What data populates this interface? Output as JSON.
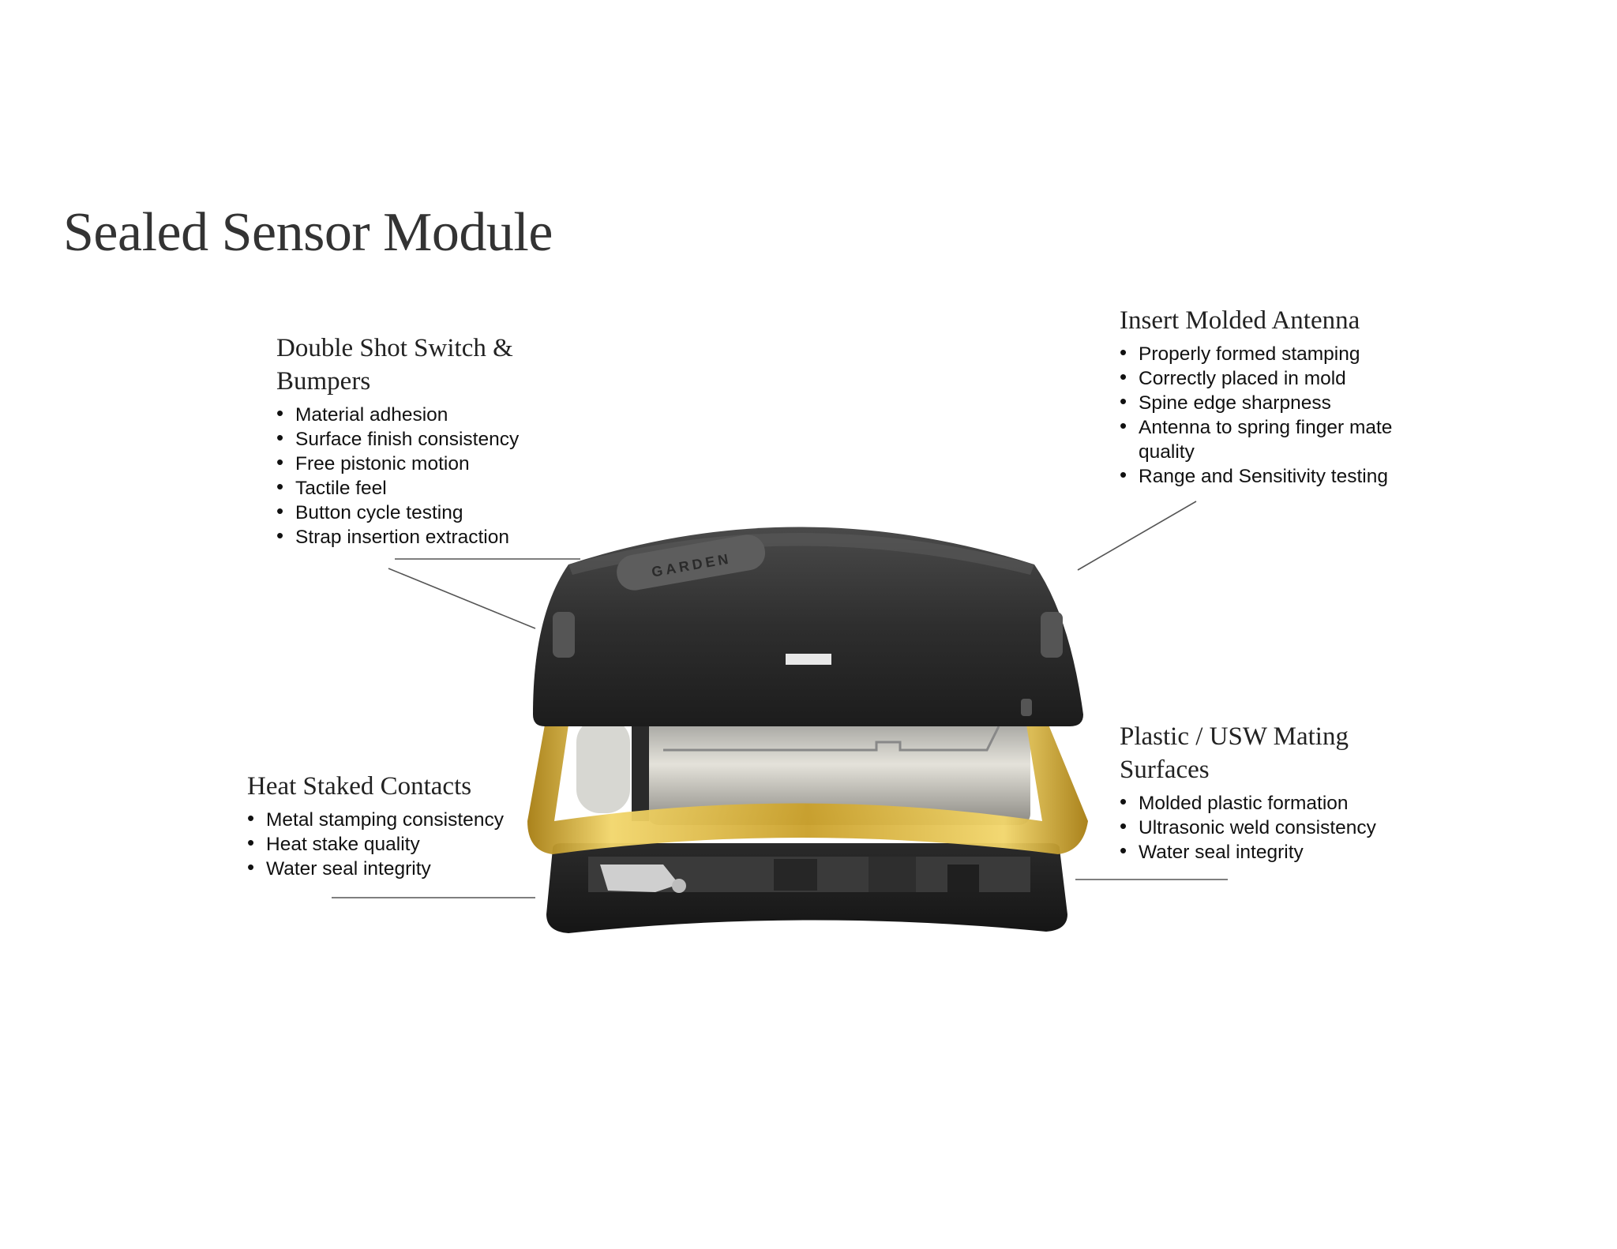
{
  "title": "Sealed Sensor Module",
  "product_logo_text": "GARDEN",
  "callouts": {
    "switch": {
      "heading": "Double Shot Switch & Bumpers",
      "items": [
        "Material adhesion",
        "Surface finish consistency",
        "Free pistonic motion",
        "Tactile feel",
        "Button cycle testing",
        "Strap insertion extraction"
      ]
    },
    "antenna": {
      "heading": "Insert Molded Antenna",
      "items": [
        "Properly formed stamping",
        "Correctly placed in mold",
        "Spine edge sharpness",
        "Antenna to spring finger mate quality",
        "Range and Sensitivity testing"
      ]
    },
    "heat": {
      "heading": "Heat Staked Contacts",
      "items": [
        "Metal stamping consistency",
        "Heat stake quality",
        "Water seal integrity"
      ]
    },
    "plastic": {
      "heading": "Plastic / USW Mating Surfaces",
      "items": [
        "Molded plastic formation",
        "Ultrasonic weld consistency",
        "Water seal integrity"
      ]
    }
  },
  "colors": {
    "housing": "#2b2b2b",
    "gold_frame": "#d4a82a",
    "leader_line": "#555555"
  }
}
